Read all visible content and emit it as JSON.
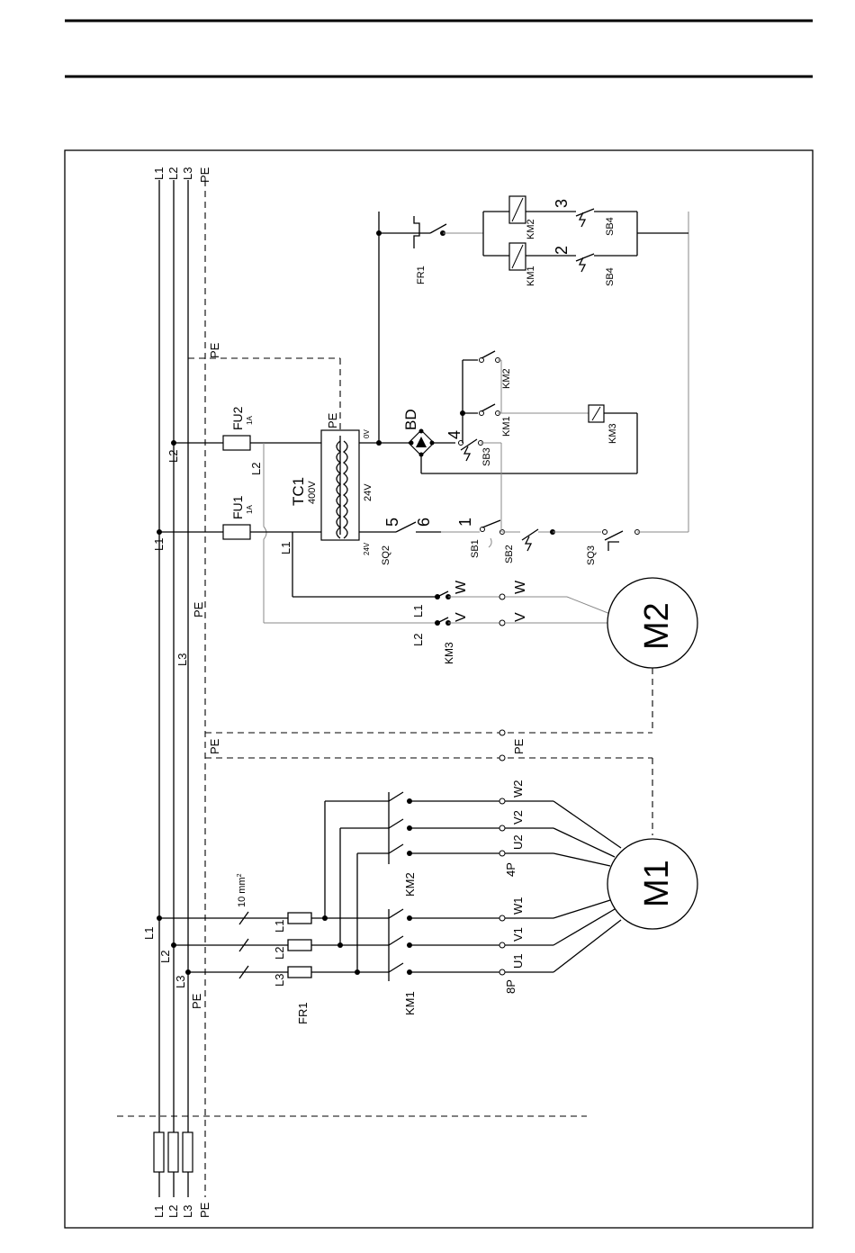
{
  "diagram": {
    "bus_labels": {
      "L1": "L1",
      "L2": "L2",
      "L3": "L3",
      "PE": "PE"
    },
    "fuses": {
      "fu1": "FU1",
      "fu2": "FU2",
      "rating": "1A"
    },
    "transformer": {
      "name": "TC1",
      "primary": "400V",
      "sec1": "24V",
      "sec2": "24V",
      "zero": "0V",
      "pe": "PE"
    },
    "rectifier": "BD",
    "nodes": {
      "n1": "1",
      "n2": "2",
      "n3": "3",
      "n4": "4",
      "n5": "5",
      "n6": "6"
    },
    "components": {
      "FR1": "FR1",
      "KM1": "KM1",
      "KM2": "KM2",
      "KM3": "KM3",
      "SB1": "SB1",
      "SB2": "SB2",
      "SB3": "SB3",
      "SB4": "SB4",
      "SQ2": "SQ2",
      "SQ3": "SQ3"
    },
    "motors": {
      "m1": "M1",
      "m2": "M2"
    },
    "terminals": {
      "U1": "U1",
      "V1": "V1",
      "W1": "W1",
      "U2": "U2",
      "V2": "V2",
      "W2": "W2",
      "V": "V",
      "W": "W",
      "p8": "8P",
      "p4": "4P",
      "pe": "PE"
    },
    "cable": {
      "size": "10 mm",
      "sup": "2"
    }
  }
}
